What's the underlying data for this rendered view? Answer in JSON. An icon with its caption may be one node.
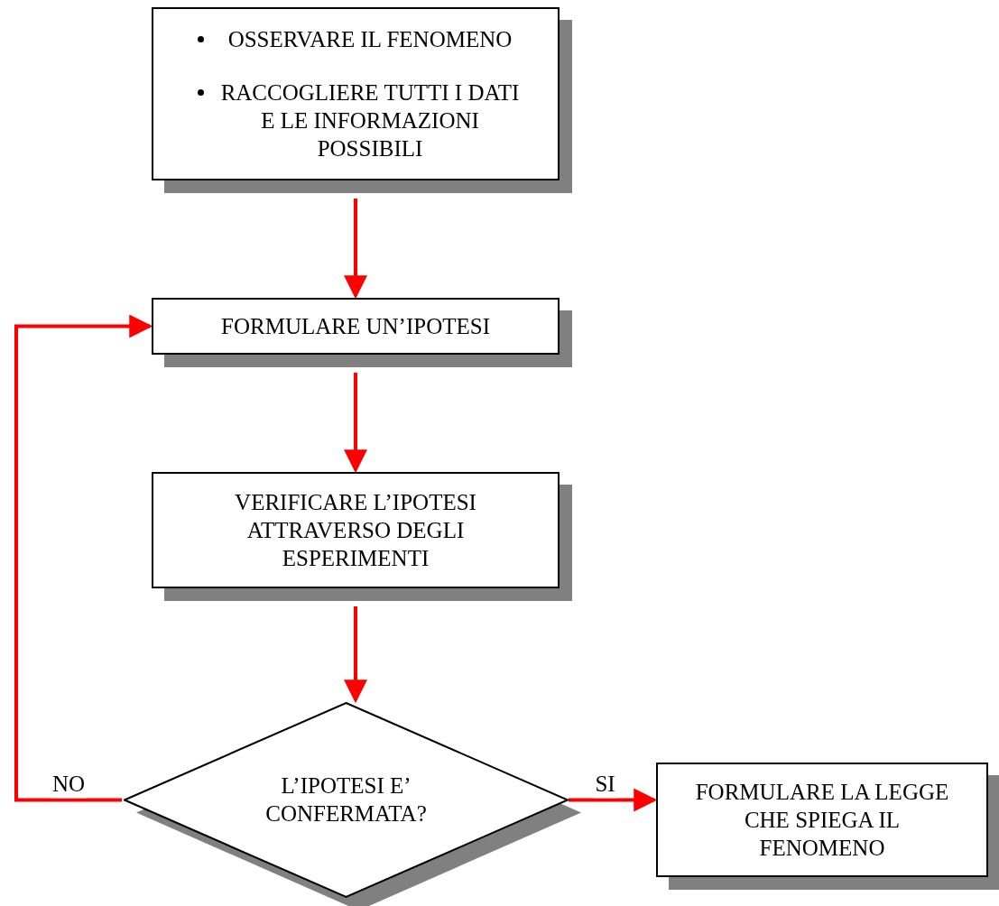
{
  "diagram": {
    "nodes": [
      {
        "text": [
          "OSSERVARE IL FENOMENO",
          "RACCOGLIERE TUTTI I DATI E LE INFORMAZIONI POSSIBILI"
        ]
      },
      {
        "text": [
          "FORMULARE UN’IPOTESI"
        ]
      },
      {
        "text": [
          "VERIFICARE L’IPOTESI ATTRAVERSO DEGLI ESPERIMENTI"
        ]
      },
      {
        "text": [
          "L’IPOTESI E’ CONFERMATA?"
        ]
      },
      {
        "text": [
          "FORMULARE LA LEGGE CHE SPIEGA IL FENOMENO"
        ]
      }
    ],
    "edges": [
      {
        "from": 0,
        "to": 1,
        "arrow": "to",
        "color": "#ff0000"
      },
      {
        "from": 1,
        "to": 2,
        "arrow": "to",
        "color": "#ff0000"
      },
      {
        "from": 2,
        "to": 3,
        "arrow": "to",
        "color": "#ff0000"
      },
      {
        "from": 3,
        "to": 1,
        "arrow": "to",
        "label": "NO",
        "color": "#ff0000"
      },
      {
        "from": 3,
        "to": 4,
        "arrow": "to",
        "label": "SI",
        "color": "#ff0000"
      }
    ]
  }
}
